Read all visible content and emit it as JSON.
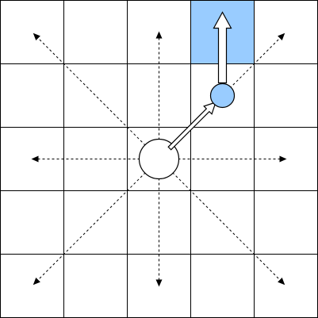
{
  "grid": {
    "rows": 5,
    "cols": 5,
    "highlighted_cell": {
      "row": 0,
      "col": 3
    }
  },
  "colors": {
    "cell_fill": "#ffffff",
    "highlight_fill": "#99ccff",
    "grid_line": "#000000",
    "agent_fill": "#ffffff",
    "target_fill": "#99ccff",
    "arrow_stroke": "#000000"
  },
  "agent": {
    "row": 2,
    "col": 2
  },
  "target_marker": {
    "row": 1,
    "col": 3
  },
  "movement_directions": [
    "N",
    "NE",
    "E",
    "SE",
    "S",
    "SW",
    "W",
    "NW"
  ],
  "chosen_move": {
    "from": "agent",
    "to": "target_marker",
    "direction": "NE"
  },
  "next_move": {
    "from": "target_marker",
    "to": "highlighted_cell",
    "direction": "N"
  }
}
